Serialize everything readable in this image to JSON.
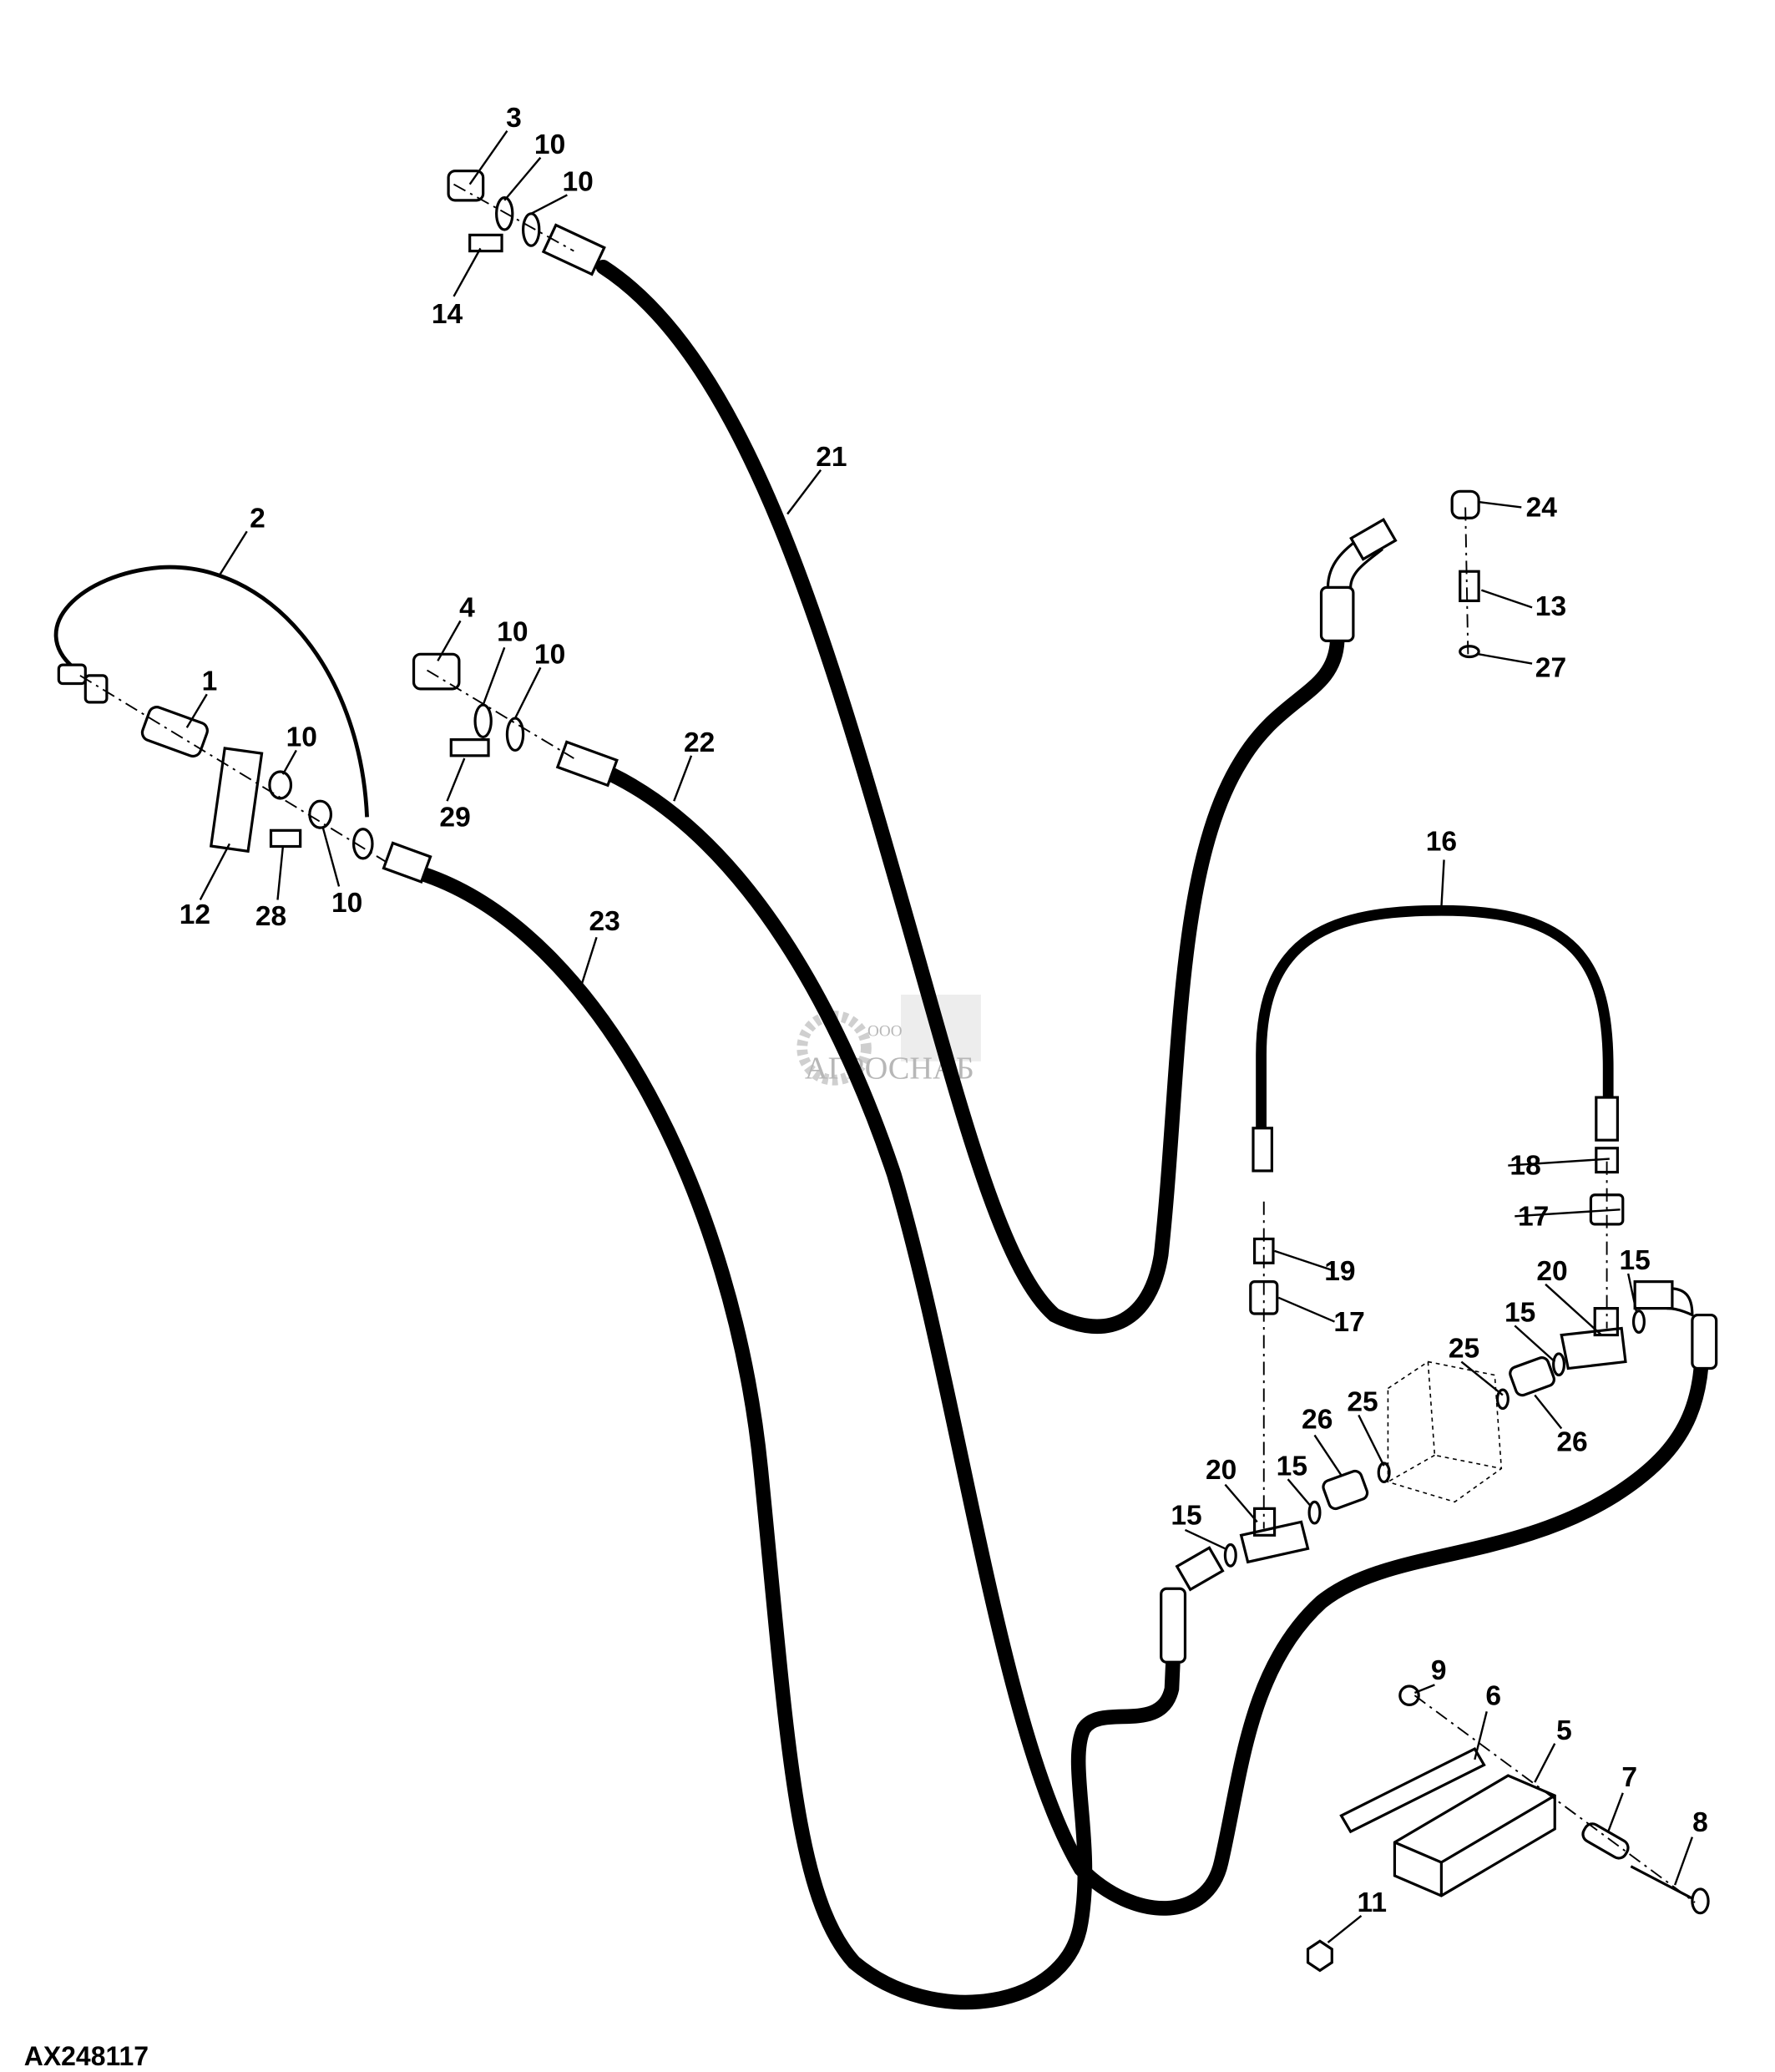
{
  "figure_id": "AX248117",
  "watermark": {
    "prefix": "ООО",
    "name": "АГРОСНАБ"
  },
  "callouts": [
    "3",
    "10",
    "10",
    "14",
    "21",
    "2",
    "24",
    "13",
    "4",
    "10",
    "10",
    "27",
    "1",
    "10",
    "22",
    "29",
    "16",
    "12",
    "28",
    "10",
    "23",
    "18",
    "17",
    "20",
    "15",
    "19",
    "17",
    "15",
    "25",
    "25",
    "26",
    "26",
    "20",
    "15",
    "15",
    "9",
    "6",
    "5",
    "7",
    "8",
    "11"
  ]
}
